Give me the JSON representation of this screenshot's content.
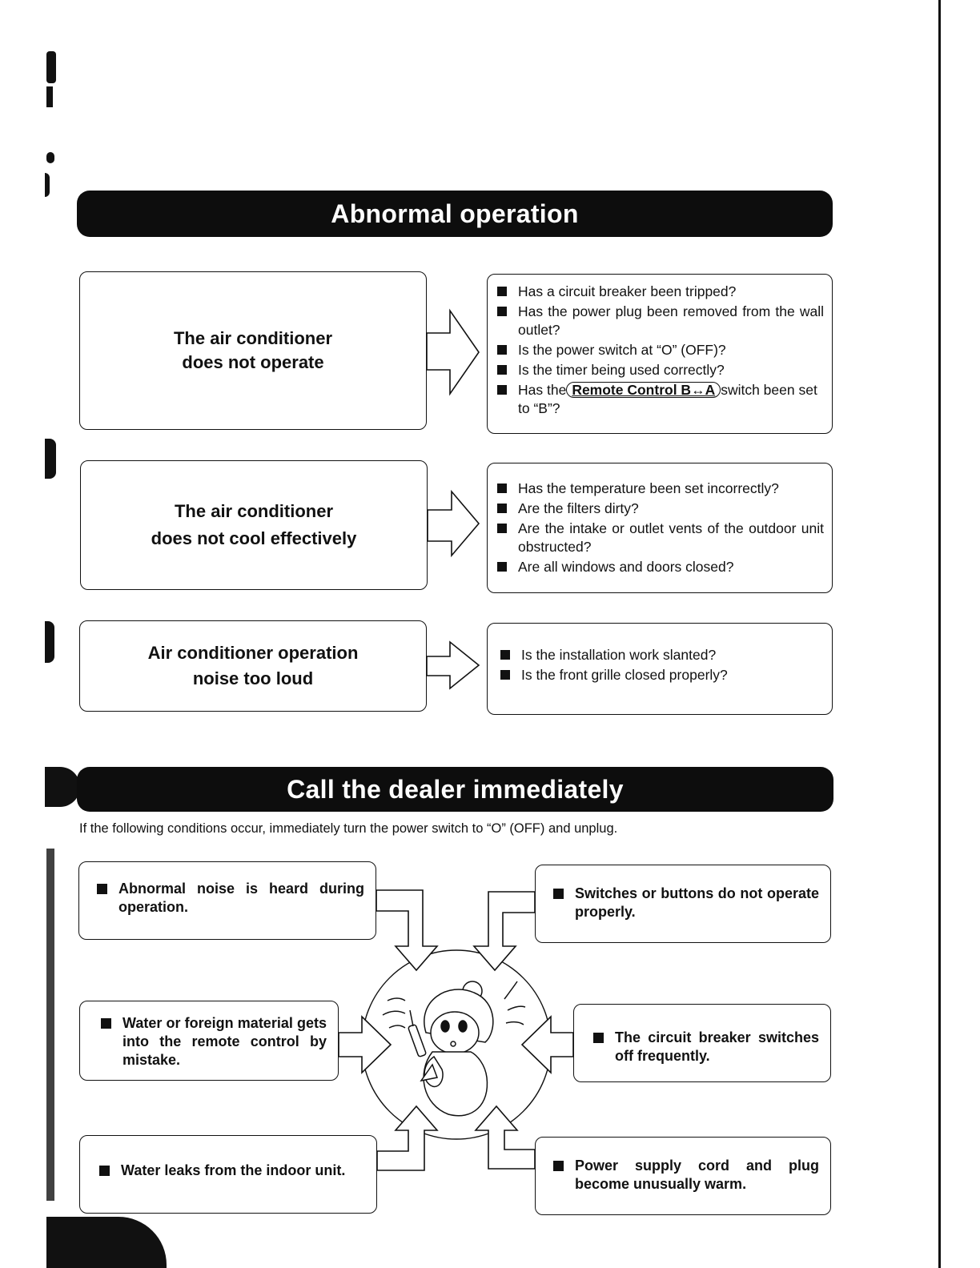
{
  "sections": {
    "abnormal": {
      "title": "Abnormal operation",
      "rows": [
        {
          "problem": [
            "The air conditioner",
            "does not operate"
          ],
          "checks": [
            {
              "text": "Has a circuit breaker been tripped?"
            },
            {
              "text": "Has the power plug been removed from the wall outlet?"
            },
            {
              "text": "Is the power switch at “O” (OFF)?"
            },
            {
              "text": "Is the timer being used correctly?"
            },
            {
              "before": "Has the",
              "pill": "Remote Control B↔A",
              "after": "switch been set to “B”?"
            }
          ]
        },
        {
          "problem": [
            "The air conditioner",
            "does not cool effectively"
          ],
          "checks": [
            {
              "text": "Has the temperature been set incorrectly?"
            },
            {
              "text": "Are the filters dirty?"
            },
            {
              "text": "Are the intake or outlet vents of the outdoor unit obstructed?"
            },
            {
              "text": "Are all windows and doors closed?"
            }
          ]
        },
        {
          "problem": [
            "Air conditioner operation",
            "noise too loud"
          ],
          "checks": [
            {
              "text": "Is the installation work slanted?"
            },
            {
              "text": "Is the front grille closed properly?"
            }
          ]
        }
      ]
    },
    "dealer": {
      "title": "Call the dealer immediately",
      "intro": "If the following conditions occur, immediately turn the power switch to “O” (OFF) and unplug.",
      "conditions": {
        "top_left": "Abnormal noise is heard during operation.",
        "mid_left": "Water or foreign material gets into the remote control by mistake.",
        "bottom_left": "Water leaks from the indoor unit.",
        "top_right": "Switches or buttons do not operate properly.",
        "mid_right": "The circuit breaker switches off frequently.",
        "bottom_right": "Power supply cord and plug become unusually warm."
      }
    }
  },
  "colors": {
    "ink": "#111111",
    "paper": "#ffffff"
  },
  "icons": [
    "bullet-square-icon",
    "arrow-right-icon",
    "woman-on-phone-illustration"
  ]
}
